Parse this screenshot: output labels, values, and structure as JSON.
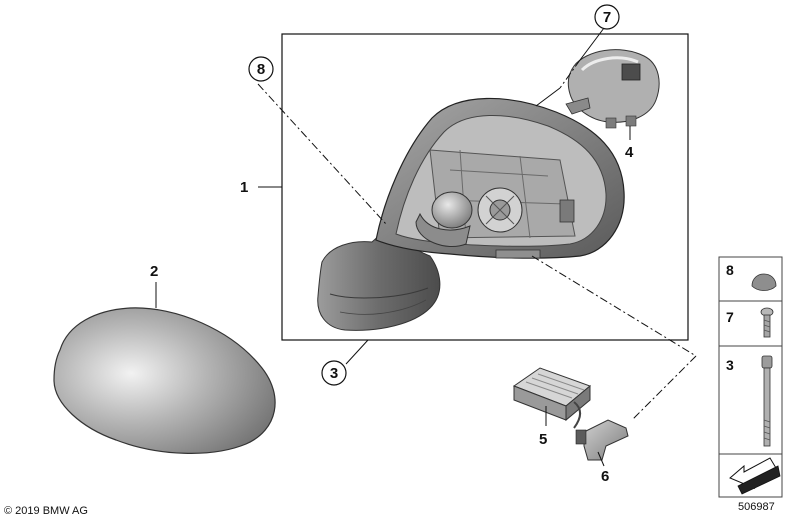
{
  "diagram": {
    "callouts": {
      "c1": "1",
      "c2": "2",
      "c3": "3",
      "c4": "4",
      "c5": "5",
      "c6": "6",
      "c7": "7",
      "c8": "8"
    },
    "legend": {
      "row8": "8",
      "row7": "7",
      "row3": "3"
    },
    "copyright": "© 2019 BMW AG",
    "diagram_number": "506987"
  },
  "colors": {
    "line": "#111111",
    "part_gray": "#8a8a8a",
    "part_dark": "#5e5e5e",
    "part_light": "#c8c8c8",
    "legend_border": "#444444"
  }
}
